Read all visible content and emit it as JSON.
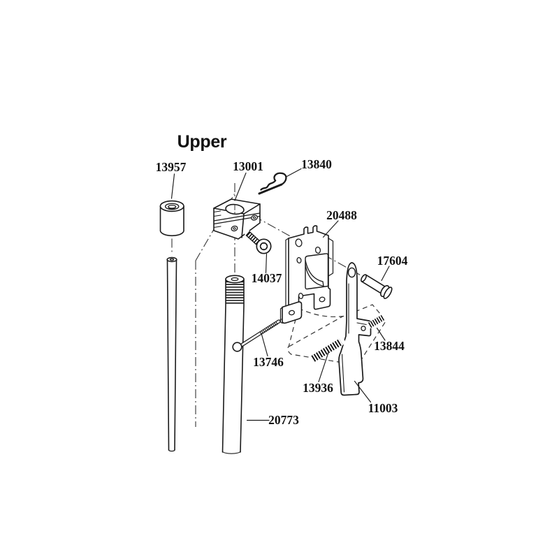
{
  "diagram": {
    "title": "Upper",
    "background_color": "#ffffff",
    "line_color": "#1a1a1a",
    "part_numbers": [
      "13957",
      "13001",
      "13840",
      "20488",
      "17604",
      "14037",
      "13746",
      "13844",
      "13936",
      "11003",
      "20773"
    ]
  }
}
